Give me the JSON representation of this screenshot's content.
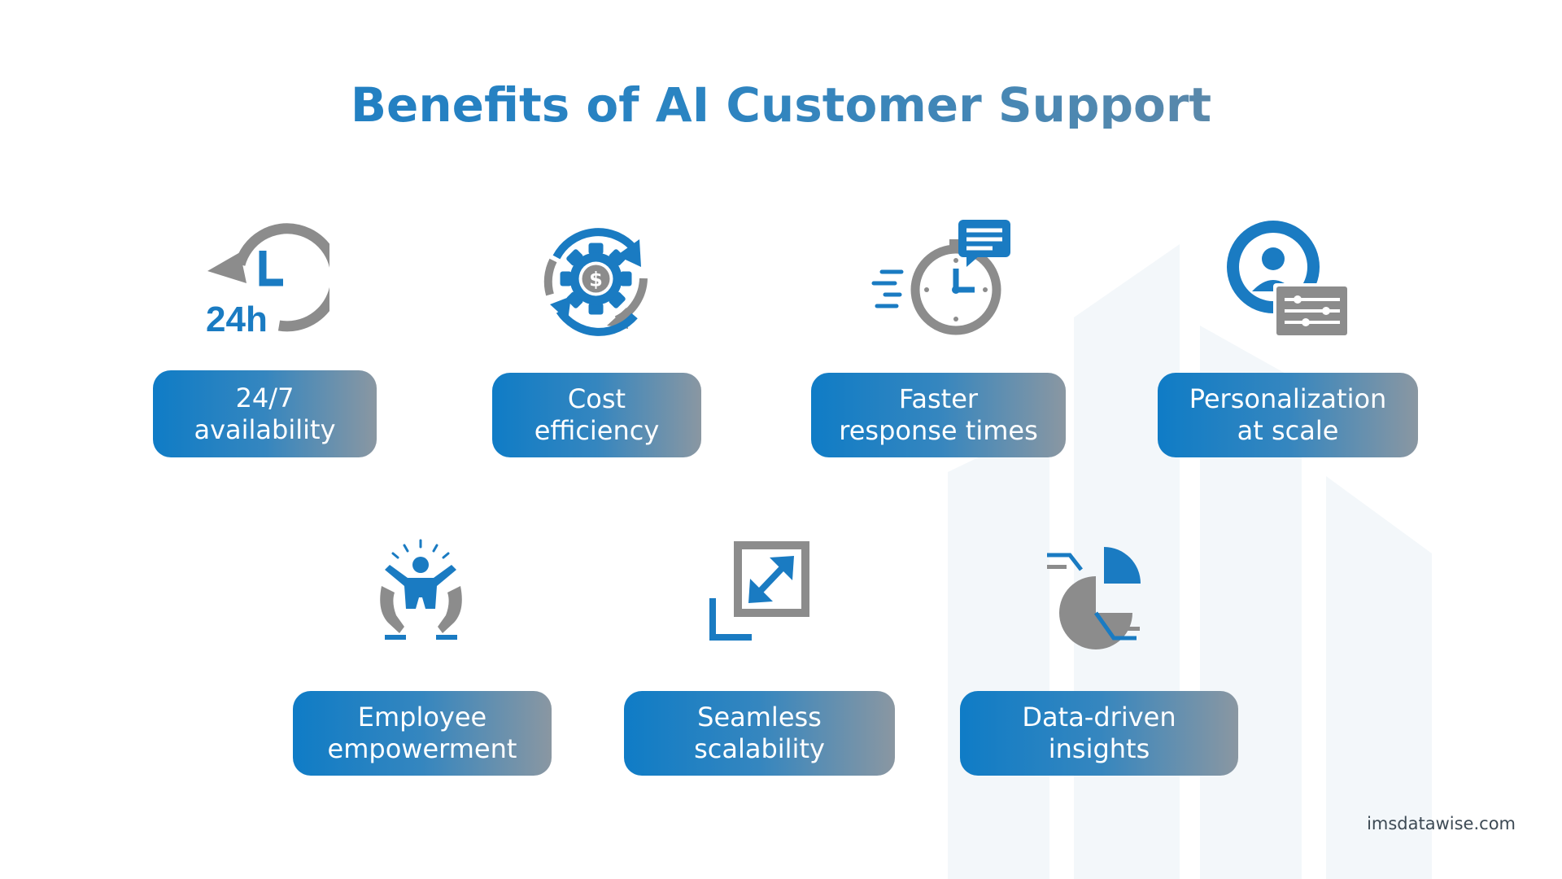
{
  "title": "Benefits of AI Customer Support",
  "colors": {
    "accent_blue": "#1a7bc2",
    "accent_gray": "#8c8c8c",
    "pill_start": "#0f7cc6",
    "pill_end": "#8a97a2"
  },
  "benefits": [
    {
      "icon": "clock-24h-icon",
      "line1": "24/7",
      "line2": "availability"
    },
    {
      "icon": "gear-dollar-cycle-icon",
      "line1": "Cost",
      "line2": "efficiency"
    },
    {
      "icon": "stopwatch-chat-icon",
      "line1": "Faster",
      "line2": "response times"
    },
    {
      "icon": "user-settings-icon",
      "line1": "Personalization",
      "line2": "at scale"
    },
    {
      "icon": "hands-person-icon",
      "line1": "Employee",
      "line2": "empowerment"
    },
    {
      "icon": "expand-arrows-icon",
      "line1": "Seamless",
      "line2": "scalability"
    },
    {
      "icon": "pie-chart-icon",
      "line1": "Data-driven",
      "line2": "insights"
    }
  ],
  "clock_icon_text": "24h",
  "brand": "imsdatawise.com"
}
